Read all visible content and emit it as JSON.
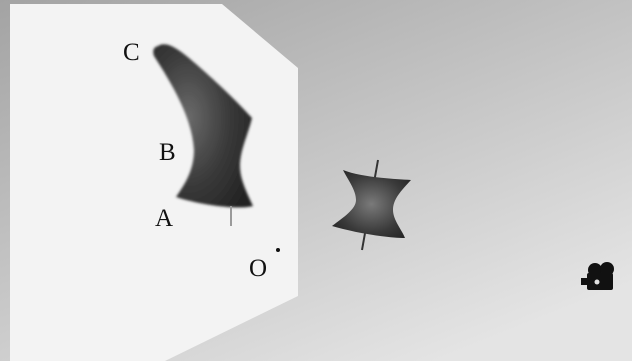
{
  "labels": {
    "point_c": "C",
    "point_b": "B",
    "point_a": "A",
    "point_o": "O"
  },
  "colors": {
    "background_dark": "#a3a3a3",
    "background_light": "#e4e4e4",
    "screen": "#f3f3f3",
    "object_dark": "#2b2b2b",
    "object_mid": "#6a6a6a",
    "projector": "#111111"
  },
  "icons": {
    "light_source": "projector-icon"
  }
}
